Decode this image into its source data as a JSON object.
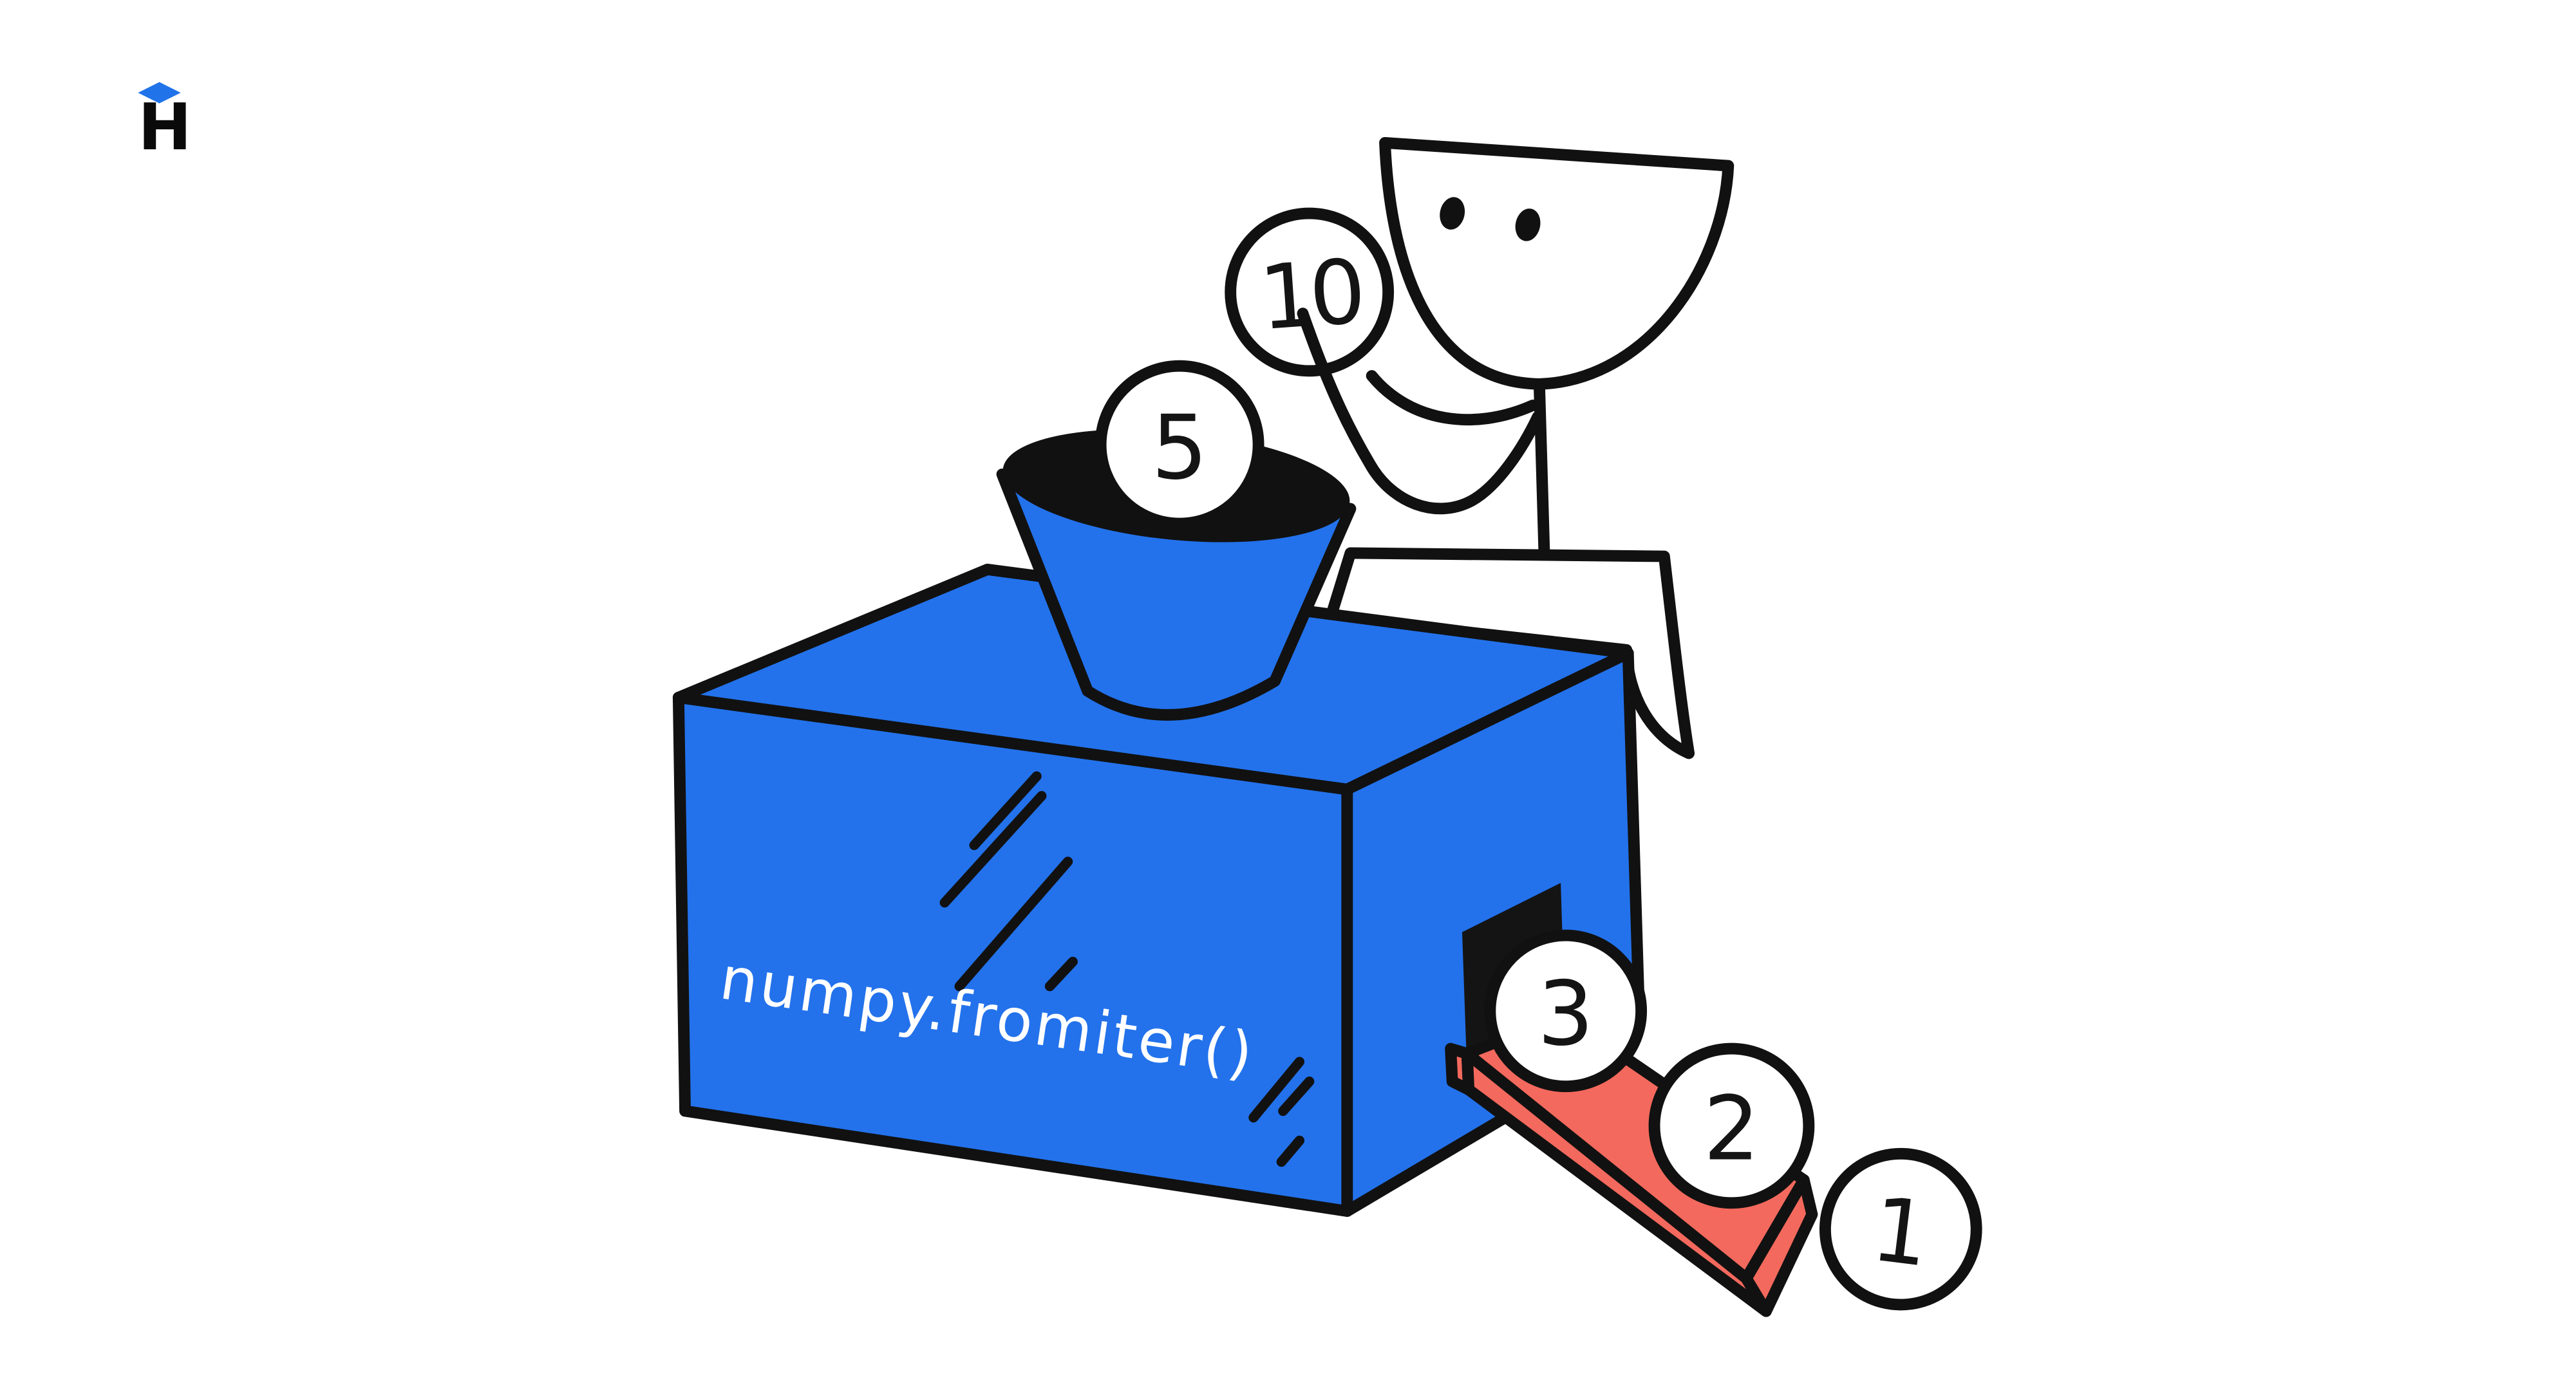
{
  "canvas": {
    "background": "#ffffff"
  },
  "logo": {
    "letter": "H",
    "diamond_color": "#2173e9",
    "letter_color": "#0a0a0a"
  },
  "machine": {
    "label": "numpy.fromiter()",
    "label_color": "#ffffff",
    "box_color": "#2372ec",
    "ramp_color": "#f4695d",
    "door_color": "#141414",
    "outline_color": "#111111"
  },
  "balls": {
    "fill": "#ffffff",
    "held_by_figure": "10",
    "in_funnel": "5",
    "on_ramp": [
      "3",
      "2",
      "1"
    ]
  }
}
